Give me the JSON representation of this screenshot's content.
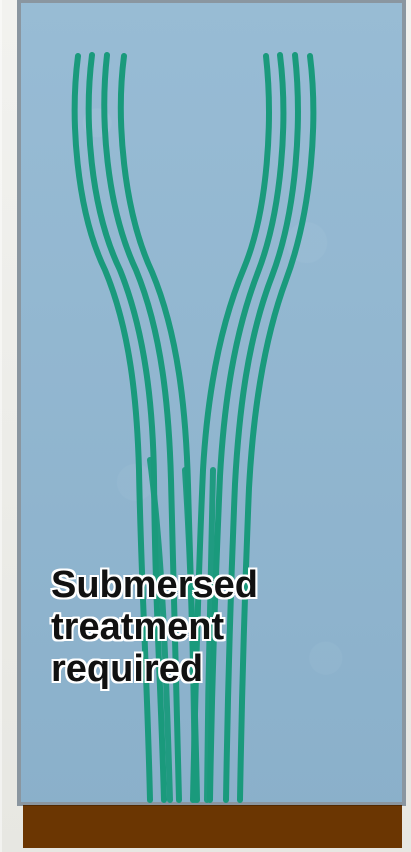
{
  "diagram": {
    "caption_lines": [
      "Submersed",
      "treatment",
      "required"
    ],
    "colors": {
      "background": "#ededea",
      "water": "#8fb6d1",
      "tank_border": "#8a96a0",
      "plant": "#1a9a7c",
      "soil": "#6b3602",
      "text": "#111111",
      "text_outline": "#ffffff"
    }
  }
}
